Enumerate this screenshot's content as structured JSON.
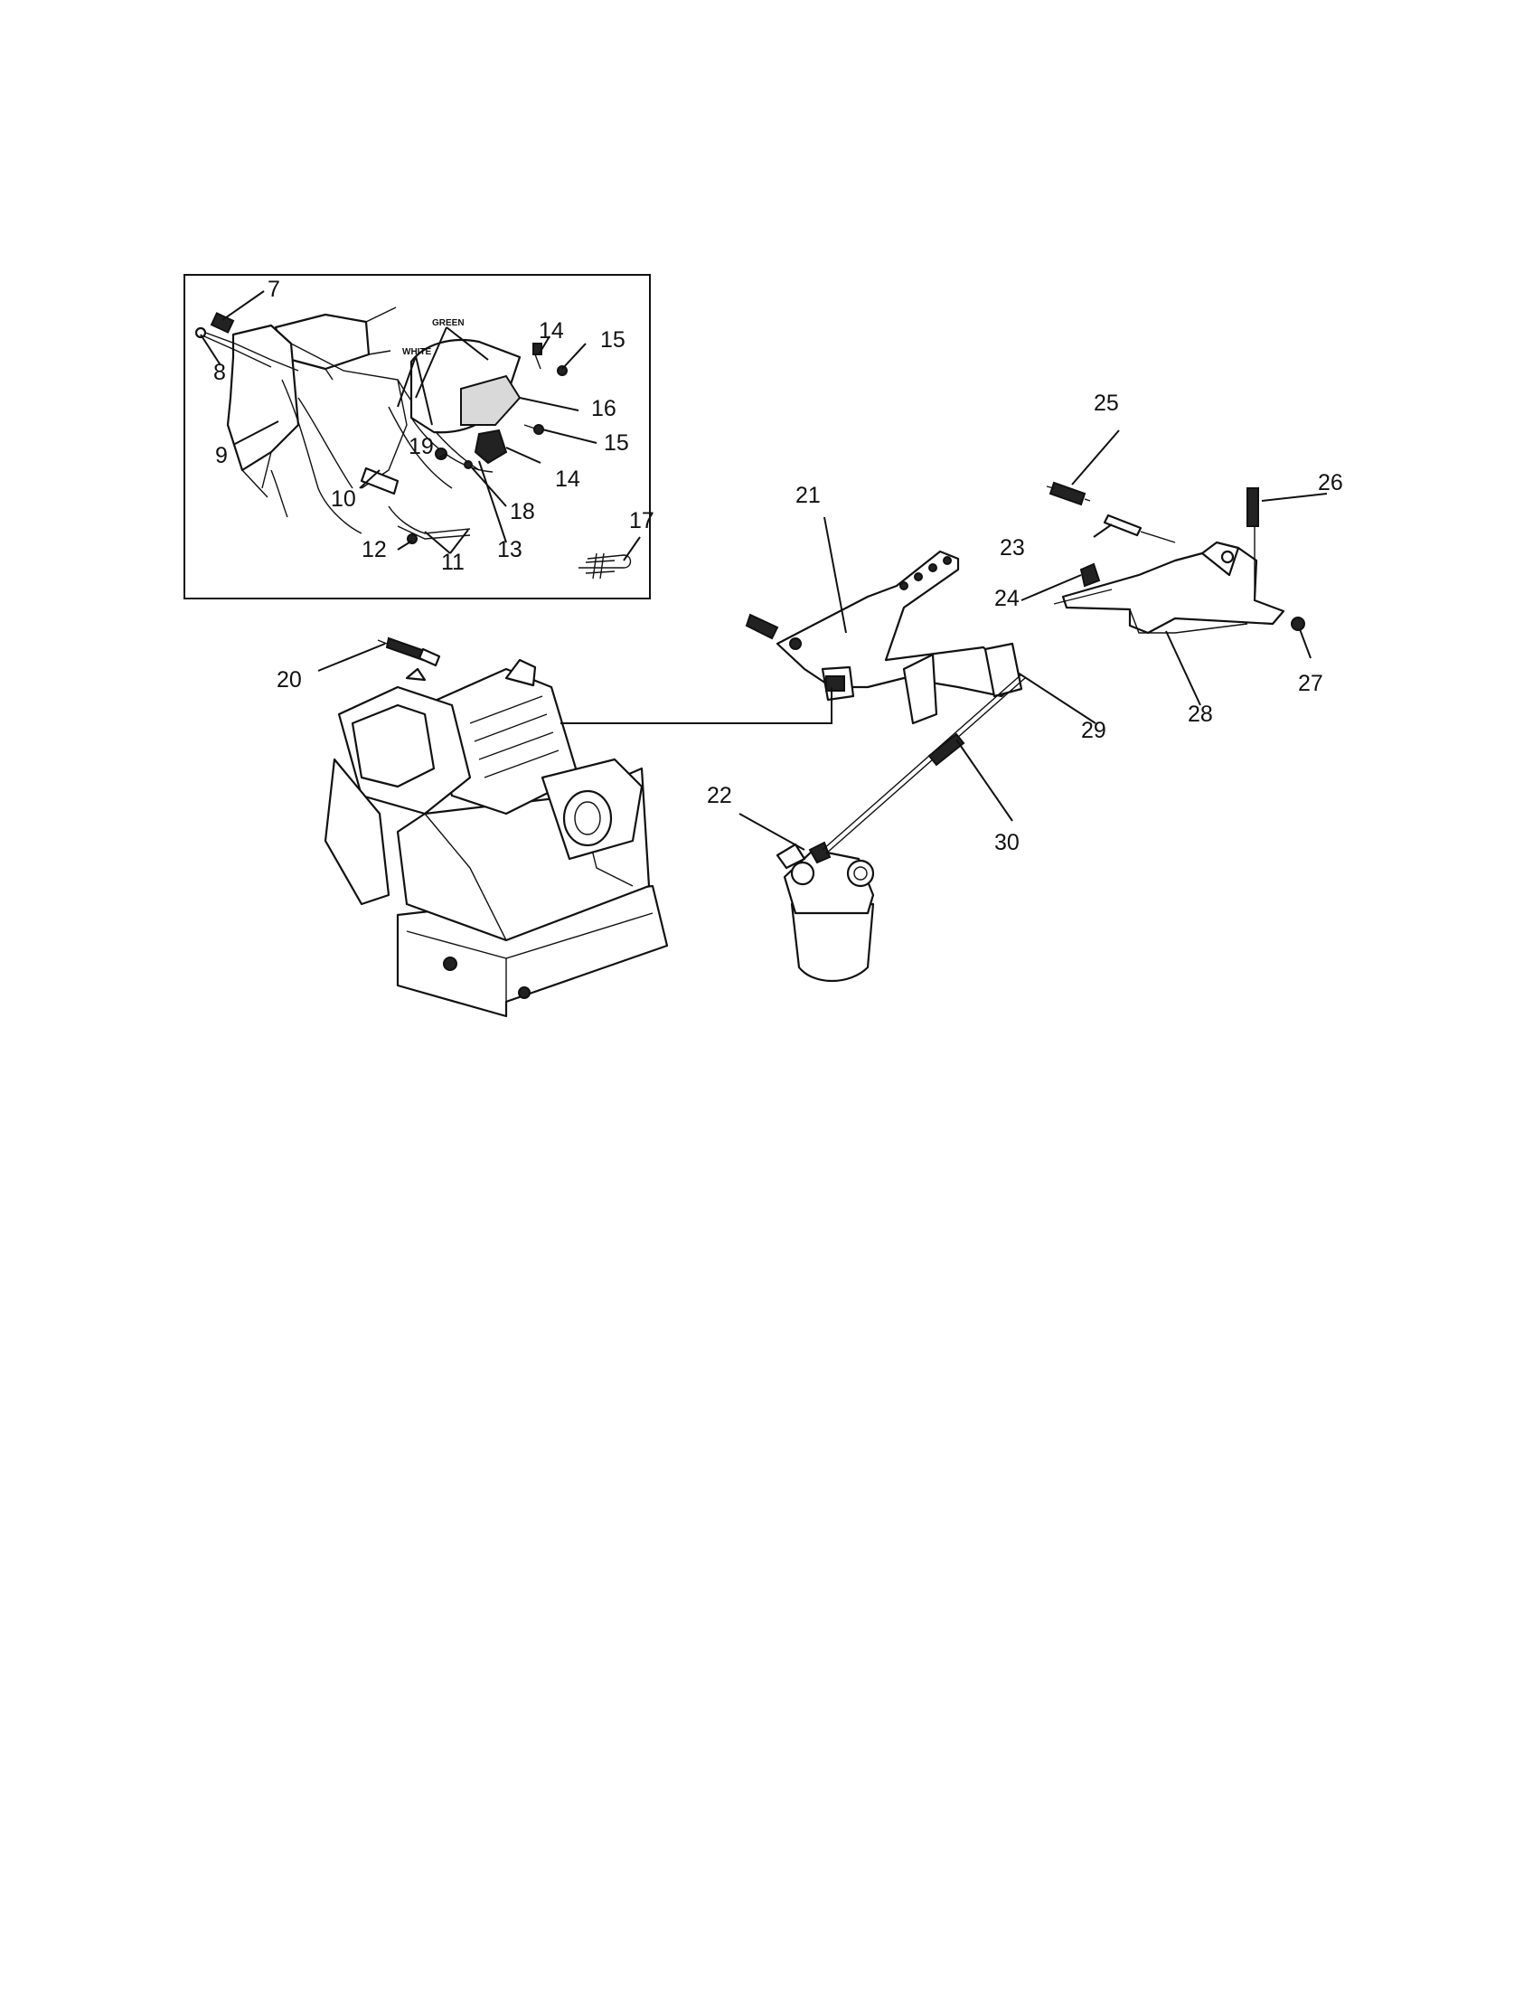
{
  "diagram": {
    "wire_labels": {
      "green": "GREEN",
      "white": "WHITE"
    },
    "callouts": {
      "c7": "7",
      "c8": "8",
      "c9": "9",
      "c10": "10",
      "c11": "11",
      "c12": "12",
      "c13": "13",
      "c14a": "14",
      "c14b": "14",
      "c15a": "15",
      "c15b": "15",
      "c16": "16",
      "c17": "17",
      "c18": "18",
      "c19": "19",
      "c20": "20",
      "c21": "21",
      "c22": "22",
      "c23": "23",
      "c24": "24",
      "c25": "25",
      "c26": "26",
      "c27": "27",
      "c28": "28",
      "c29": "29",
      "c30": "30"
    }
  }
}
